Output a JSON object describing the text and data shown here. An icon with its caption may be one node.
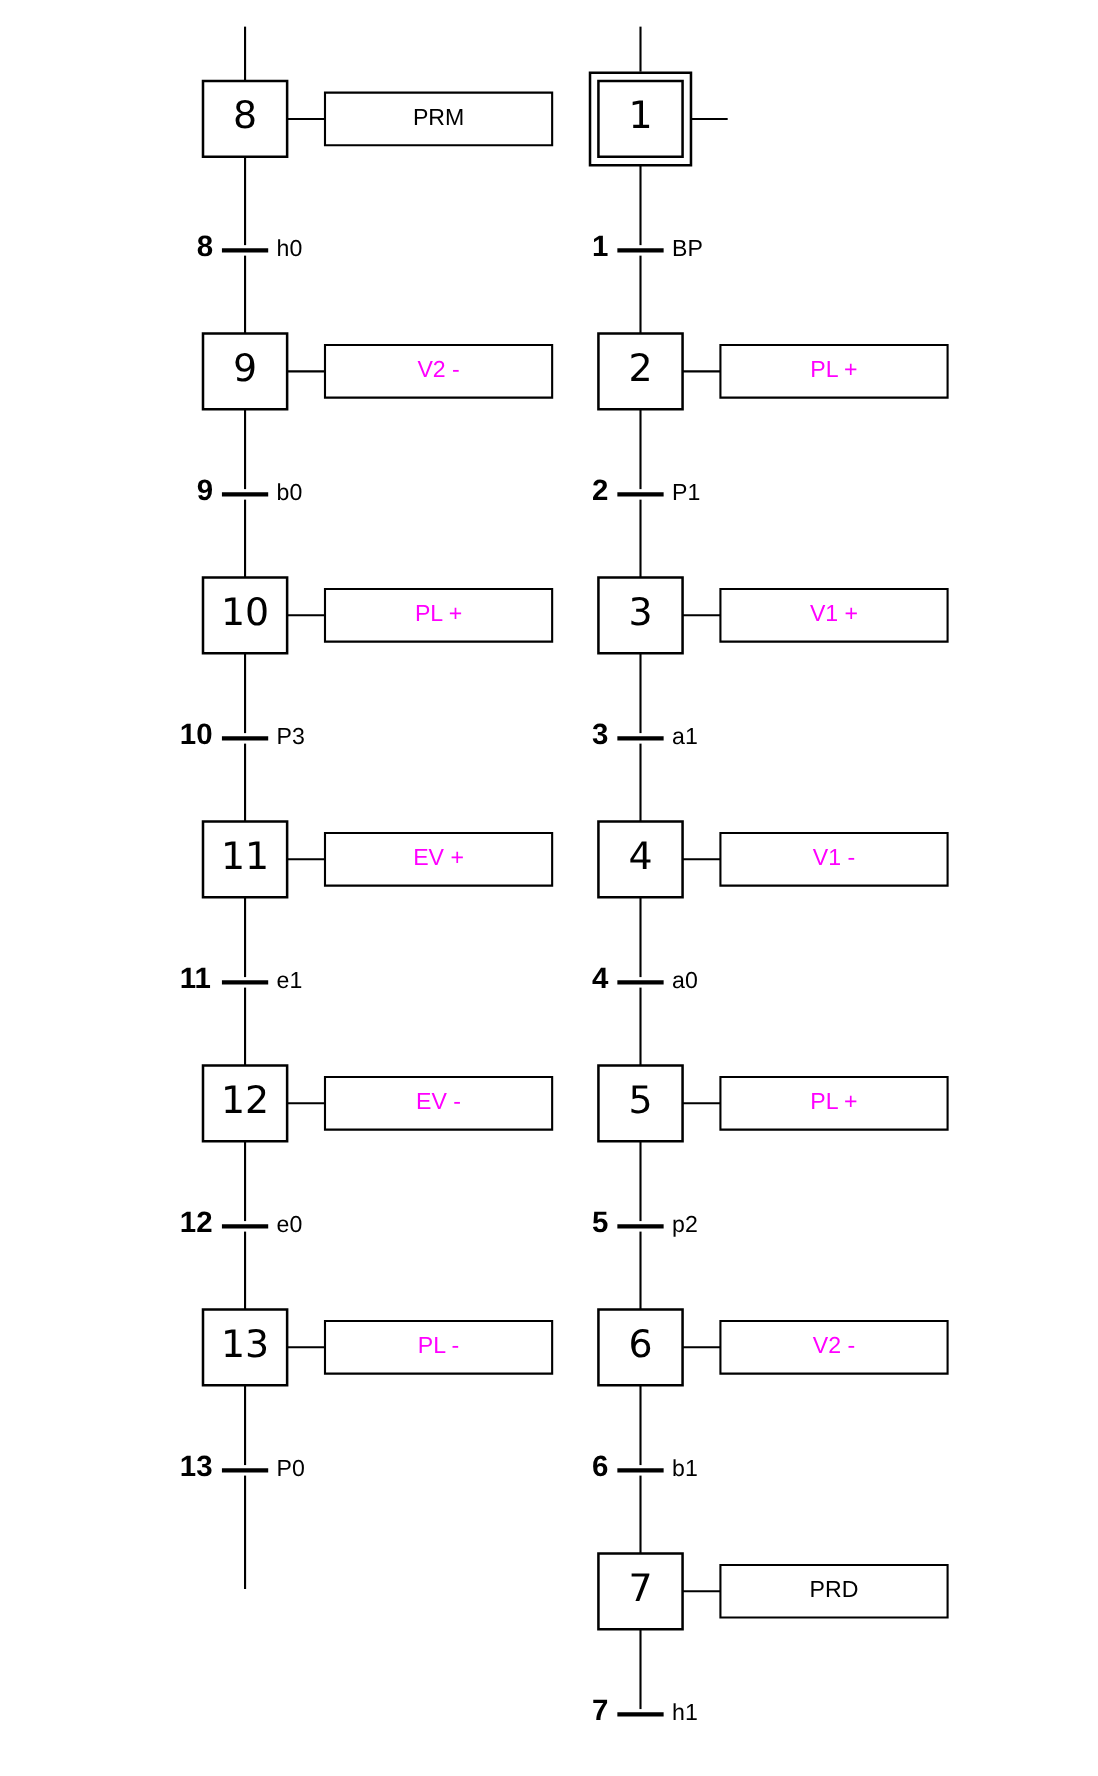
{
  "diagram": {
    "nodes": [
      {
        "text": [
          "8"
        ]
      },
      {
        "text": [
          "PRM"
        ]
      },
      {
        "text": [
          "8",
          "h0"
        ]
      },
      {
        "text": [
          "9"
        ]
      },
      {
        "text": [
          "V2 -"
        ]
      },
      {
        "text": [
          "9",
          "b0"
        ]
      },
      {
        "text": [
          "10"
        ]
      },
      {
        "text": [
          "PL +"
        ]
      },
      {
        "text": [
          "10",
          "P3"
        ]
      },
      {
        "text": [
          "11"
        ]
      },
      {
        "text": [
          "EV +"
        ]
      },
      {
        "text": [
          "11",
          "e1"
        ]
      },
      {
        "text": [
          "12"
        ]
      },
      {
        "text": [
          "EV -"
        ]
      },
      {
        "text": [
          "12",
          "e0"
        ]
      },
      {
        "text": [
          "13"
        ]
      },
      {
        "text": [
          "PL -"
        ]
      },
      {
        "text": [
          "13",
          "P0"
        ]
      },
      {
        "text": [
          "1"
        ]
      },
      {
        "text": [
          "1",
          "BP"
        ]
      },
      {
        "text": [
          "2"
        ]
      },
      {
        "text": [
          "PL +"
        ]
      },
      {
        "text": [
          "2",
          "P1"
        ]
      },
      {
        "text": [
          "3"
        ]
      },
      {
        "text": [
          "V1 +"
        ]
      },
      {
        "text": [
          "3",
          "a1"
        ]
      },
      {
        "text": [
          "4"
        ]
      },
      {
        "text": [
          "V1 -"
        ]
      },
      {
        "text": [
          "4",
          "a0"
        ]
      },
      {
        "text": [
          "5"
        ]
      },
      {
        "text": [
          "PL +"
        ]
      },
      {
        "text": [
          "5",
          "p2"
        ]
      },
      {
        "text": [
          "6"
        ]
      },
      {
        "text": [
          "V2 -"
        ]
      },
      {
        "text": [
          "6",
          "b1"
        ]
      },
      {
        "text": [
          "7"
        ]
      },
      {
        "text": [
          "PRD"
        ]
      },
      {
        "text": [
          "7",
          "h1"
        ]
      }
    ],
    "edges": [
      {
        "from": null,
        "to": 0,
        "arrow": "none"
      },
      {
        "from": 0,
        "to": 1,
        "arrow": "none"
      },
      {
        "from": 0,
        "to": 2,
        "arrow": "none"
      },
      {
        "from": 2,
        "to": 3,
        "arrow": "none"
      },
      {
        "from": 3,
        "to": 4,
        "arrow": "none"
      },
      {
        "from": 3,
        "to": 5,
        "arrow": "none"
      },
      {
        "from": 5,
        "to": 6,
        "arrow": "none"
      },
      {
        "from": 6,
        "to": 7,
        "arrow": "none"
      },
      {
        "from": 6,
        "to": 8,
        "arrow": "none"
      },
      {
        "from": 8,
        "to": 9,
        "arrow": "none"
      },
      {
        "from": 9,
        "to": 10,
        "arrow": "none"
      },
      {
        "from": 9,
        "to": 11,
        "arrow": "none"
      },
      {
        "from": 11,
        "to": 12,
        "arrow": "none"
      },
      {
        "from": 12,
        "to": 13,
        "arrow": "none"
      },
      {
        "from": 12,
        "to": 14,
        "arrow": "none"
      },
      {
        "from": 14,
        "to": 15,
        "arrow": "none"
      },
      {
        "from": 15,
        "to": 16,
        "arrow": "none"
      },
      {
        "from": 15,
        "to": 17,
        "arrow": "none"
      },
      {
        "from": 17,
        "to": null,
        "arrow": "none"
      },
      {
        "from": null,
        "to": 18,
        "arrow": "none"
      },
      {
        "from": 18,
        "to": null,
        "arrow": "none"
      },
      {
        "from": 18,
        "to": 19,
        "arrow": "none"
      },
      {
        "from": 19,
        "to": 20,
        "arrow": "none"
      },
      {
        "from": 20,
        "to": 21,
        "arrow": "none"
      },
      {
        "from": 20,
        "to": 22,
        "arrow": "none"
      },
      {
        "from": 22,
        "to": 23,
        "arrow": "none"
      },
      {
        "from": 23,
        "to": 24,
        "arrow": "none"
      },
      {
        "from": 23,
        "to": 25,
        "arrow": "none"
      },
      {
        "from": 25,
        "to": 26,
        "arrow": "none"
      },
      {
        "from": 26,
        "to": 27,
        "arrow": "none"
      },
      {
        "from": 26,
        "to": 28,
        "arrow": "none"
      },
      {
        "from": 28,
        "to": 29,
        "arrow": "none"
      },
      {
        "from": 29,
        "to": 30,
        "arrow": "none"
      },
      {
        "from": 29,
        "to": 31,
        "arrow": "none"
      },
      {
        "from": 31,
        "to": 32,
        "arrow": "none"
      },
      {
        "from": 32,
        "to": 33,
        "arrow": "none"
      },
      {
        "from": 32,
        "to": 34,
        "arrow": "none"
      },
      {
        "from": 34,
        "to": 35,
        "arrow": "none"
      },
      {
        "from": 35,
        "to": 36,
        "arrow": "none"
      },
      {
        "from": 35,
        "to": 37,
        "arrow": "none"
      }
    ]
  }
}
